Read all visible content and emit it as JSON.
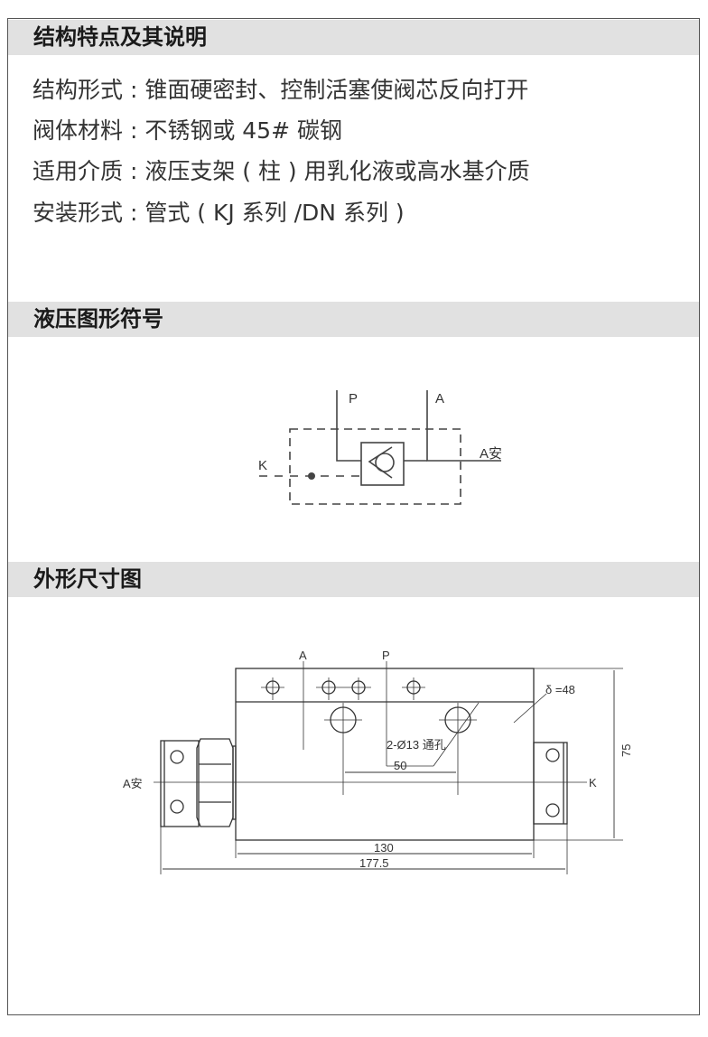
{
  "sections": {
    "structure": {
      "title": "结构特点及其说明",
      "lines": [
        "结构形式 : 锥面硬密封、控制活塞使阀芯反向打开",
        "阀体材料 : 不锈钢或 45# 碳钢",
        "适用介质 : 液压支架 ( 柱 ) 用乳化液或高水基介质",
        "安装形式 : 管式 ( KJ 系列 /DN 系列 )"
      ]
    },
    "symbol": {
      "title": "液压图形符号",
      "labels": {
        "p": "P",
        "a": "A",
        "k": "K",
        "a_safe": "A安"
      }
    },
    "dimensions": {
      "title": "外形尺寸图",
      "labels": {
        "a": "A",
        "p": "P",
        "a_safe": "A安",
        "k": "K",
        "thickness": "δ =48",
        "holes": "2-Ø13 通孔",
        "d50": "50",
        "d130": "130",
        "d177": "177.5",
        "d75": "75"
      }
    }
  }
}
